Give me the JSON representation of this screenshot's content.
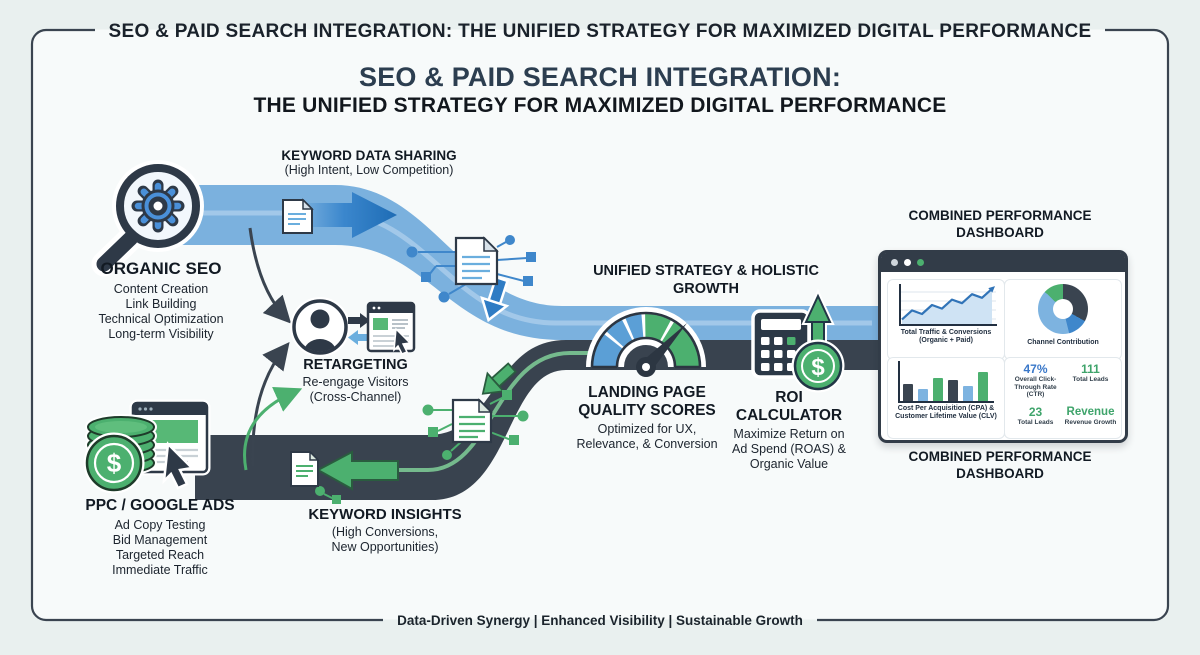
{
  "page": {
    "background_color": "#e9f0ef",
    "panel_color": "#f7fafa",
    "outer_title": "SEO & PAID SEARCH INTEGRATION: THE UNIFIED STRATEGY FOR MAXIMIZED DIGITAL PERFORMANCE",
    "main_title_line1": "SEO & PAID SEARCH INTEGRATION:",
    "main_title_line2": "THE UNIFIED STRATEGY FOR MAXIMIZED DIGITAL PERFORMANCE",
    "footer": "Data-Driven Synergy | Enhanced Visibility | Sustainable Growth"
  },
  "colors": {
    "dark_slate": "#39434f",
    "ribbon_blue": "#7bb1de",
    "arrow_blue": "#2f7cc4",
    "green": "#4cb06f",
    "stat_blue": "#3a78c9",
    "stat_green": "#3fa46b"
  },
  "nodes": {
    "keyword_data_sharing": {
      "title": "KEYWORD DATA SHARING",
      "subtitle": "(High Intent, Low Competition)"
    },
    "organic_seo": {
      "title": "ORGANIC SEO",
      "items": [
        "Content Creation",
        "Link Building",
        "Technical Optimization",
        "Long-term Visibility"
      ]
    },
    "retargeting": {
      "title": "RETARGETING",
      "line1": "Re-engage Visitors",
      "line2": "(Cross-Channel)"
    },
    "ppc": {
      "title": "PPC / GOOGLE ADS",
      "items": [
        "Ad Copy Testing",
        "Bid Management",
        "Targeted Reach",
        "Immediate Traffic"
      ]
    },
    "keyword_insights": {
      "title": "KEYWORD INSIGHTS",
      "line1": "(High Conversions,",
      "line2": "New Opportunities)"
    },
    "unified_strategy": {
      "line1": "UNIFIED STRATEGY & HOLISTIC",
      "line2": "GROWTH"
    },
    "landing_page": {
      "title_line1": "LANDING PAGE",
      "title_line2": "QUALITY SCORES",
      "line1": "Optimized for UX,",
      "line2": "Relevance, & Conversion"
    },
    "roi": {
      "title_line1": "ROI",
      "title_line2": "CALCULATOR",
      "line1": "Maximize Return on",
      "line2": "Ad Spend (ROAS) &",
      "line3": "Organic Value"
    },
    "dashboard_label": {
      "line1": "COMBINED PERFORMANCE",
      "line2": "DASHBOARD"
    }
  },
  "dashboard": {
    "stats": [
      {
        "value": "47%",
        "label": "Overall Click-Through Rate (CTR)",
        "color": "#3a78c9"
      },
      {
        "value": "111",
        "label": "Total Leads",
        "color": "#3fa46b"
      },
      {
        "value": "23",
        "label": "Total Leads",
        "color": "#3fa46b"
      },
      {
        "value": "Revenue",
        "label": "Revenue Growth",
        "color": "#3fa46b"
      }
    ]
  },
  "chart_data": [
    {
      "type": "line",
      "caption_line1": "Total Traffic & Conversions",
      "caption_line2": "(Organic + Paid)",
      "x": [
        0,
        1,
        2,
        3,
        4,
        5,
        6,
        7,
        8,
        9
      ],
      "y": [
        1,
        3.5,
        2.5,
        5,
        4,
        6.5,
        5.5,
        8,
        7,
        9.5
      ],
      "ylim": [
        0,
        10
      ],
      "grid": true,
      "trend": "up-arrow"
    },
    {
      "type": "pie",
      "caption": "Channel Contribution",
      "segments": [
        {
          "color": "#3a4450",
          "value": 33
        },
        {
          "color": "#3f87cb",
          "value": 13
        },
        {
          "color": "#7db3e0",
          "value": 41
        },
        {
          "color": "#4cb06f",
          "value": 13
        }
      ]
    },
    {
      "type": "bar",
      "caption_line1": "Cost Per Acquisition (CPA) &",
      "caption_line2": "Customer Lifetime Value (CLV)",
      "values": [
        42,
        30,
        58,
        52,
        38,
        72
      ],
      "colors": [
        "#3a4450",
        "#7db3e0",
        "#4cb06f",
        "#3a4450",
        "#7db3e0",
        "#4cb06f"
      ]
    }
  ]
}
